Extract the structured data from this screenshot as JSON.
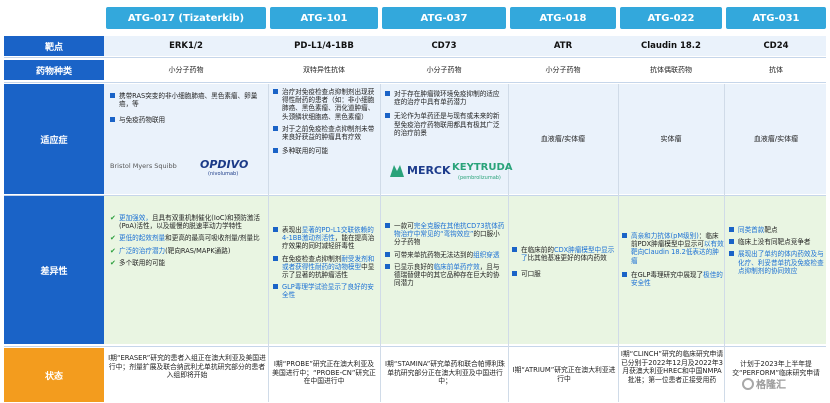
{
  "headers": [
    "ATG-017 (Tizaterkib)",
    "ATG-101",
    "ATG-037",
    "ATG-018",
    "ATG-022",
    "ATG-031"
  ],
  "row_labels": {
    "target": "靶点",
    "drug_type": "药物种类",
    "indication": "适应症",
    "difference": "差异性",
    "status": "状态"
  },
  "targets": [
    "ERK1/2",
    "PD-L1/4-1BB",
    "CD73",
    "ATR",
    "Claudin 18.2",
    "CD24"
  ],
  "drug_types": [
    "小分子药物",
    "双特异性抗体",
    "小分子药物",
    "小分子药物",
    "抗体偶联药物",
    "抗体"
  ],
  "indications": {
    "atg017": [
      "携带RAS突变的非小细胞肺癌、黑色素瘤、卵巢癌，等",
      "与免疫药物联用"
    ],
    "atg101": [
      "治疗对免疫检查点抑制剂出现获得性耐药的患者（如：非小细胞肺癌、黑色素瘤、消化道肿瘤、头颈鳞状细胞癌、黑色素瘤）",
      "对于之前免疫检查点抑制剂未带来良好获益的肿瘤具有疗效",
      "多种联用的可能"
    ],
    "atg037": [
      "对于存在肿瘤微环境免疫抑制的适应症的治疗中具有单药潜力",
      "无论作为单药还是与现有或未来的新型免疫治疗药物联用都具有极其广泛的治疗前景"
    ],
    "atg018": "血液瘤/实体瘤",
    "atg022": "实体瘤",
    "atg031": "血液瘤/实体瘤"
  },
  "logos": {
    "bms": "Bristol Myers Squibb",
    "opdivo": "OPDIVO",
    "opdivo_sub": "(nivolumab)",
    "merck": "MERCK",
    "keytruda": "KEYTRUDA",
    "keytruda_sub": "(pembrolizumab)"
  },
  "differences": {
    "atg017": [
      {
        "hl": "更加强效，",
        "rest": "且具有双重机制催化(IoC)和预防激活(PoA)活性，以及缓慢的脱速率动力学特性"
      },
      {
        "hl": "更低的起效剂量",
        "rest": "和更高的最高可吸收剂量/剂量比"
      },
      {
        "hl": "广泛的治疗潜力",
        "rest": "(靶向RAS/MAPK通路)"
      },
      {
        "hl": "",
        "rest": "多个联用的可能"
      }
    ],
    "atg101": [
      {
        "pre": "表现出",
        "hl": "显著的PD-L1交联依赖的4-1BB激动剂活性",
        "rest": "，能在提高治疗效果的同时减轻肝毒性"
      },
      {
        "pre": "在免疫检查点抑制剂",
        "hl": "耐受发剂和或者获得性耐药的动物模型",
        "rest": "中显示了显著的抗肿瘤活性"
      },
      {
        "pre": "",
        "hl": "GLP毒理学试验显示了良好的安全性",
        "rest": ""
      }
    ],
    "atg037": [
      {
        "pre": "一款可",
        "hl": "完全克服在其他抗CD73抗体药物治疗中常见的“弯钩效应”",
        "rest": "的口服小分子药物"
      },
      {
        "pre": "可带来单抗药物无法达到的",
        "hl": "组织穿透",
        "rest": ""
      },
      {
        "pre": "已显示良好的",
        "hl": "临床前单药疗效",
        "rest": "，且与德瑞替健中的其它品种存在巨大的协同潜力"
      }
    ],
    "atg018": [
      {
        "pre": "在临床前的",
        "hl": "CDX肿瘤模型中显示了",
        "rest": "比其他基准更好的体内药效"
      },
      {
        "pre": "",
        "hl": "",
        "rest": "可口服"
      }
    ],
    "atg022": [
      {
        "pre": "",
        "hl": "高亲和力抗体(pM级别)",
        "rest": "：临床前PDX肿瘤模型中显示可",
        "hl2": "以有效靶向Claudin 18.2低表达的肿瘤"
      },
      {
        "pre": "在GLP毒理研究中展现了",
        "hl": "极佳的安全性",
        "rest": ""
      }
    ],
    "atg031": [
      {
        "pre": "",
        "hl": "同类首款",
        "rest": "靶点"
      },
      {
        "pre": "",
        "hl": "",
        "rest": "临床上没有同靶点竞争者"
      },
      {
        "pre": "",
        "hl": "展现出了单约的体内药效及与化疗、利妥昔单抗及免疫检查点抑制剂的协同效应",
        "rest": ""
      }
    ]
  },
  "statuses": [
    "I期“ERASER”研究的患者入组正在澳大利亚及美国进行中；剂量扩展及联合纳武利尤单抗研究部分的患者入组即将开始",
    "I期“PROBE”研究正在澳大利亚及美国进行中；“PROBE-CN”研究正在中国进行中",
    "I期“STAMINA”研究单药和联合帕博利珠单抗研究部分正在澳大利亚及中国进行中；",
    "I期“ATRIUM”研究正在澳大利亚进行中",
    "I期“CLINCH”研究的临床研究申请已分别于2022年12月及2022年3月获澳大利亚HREC和中国NMPA批准；第一位患者正接受用药",
    "计划于2023年上半年提交“PERFORM”临床研究申请"
  ],
  "watermark": "格隆汇",
  "colors": {
    "header": "#33a8dc",
    "row_label": "#1a63c7",
    "status_label": "#f39c1e",
    "highlight": "#1a6fd4",
    "check": "#2a9e3c"
  }
}
